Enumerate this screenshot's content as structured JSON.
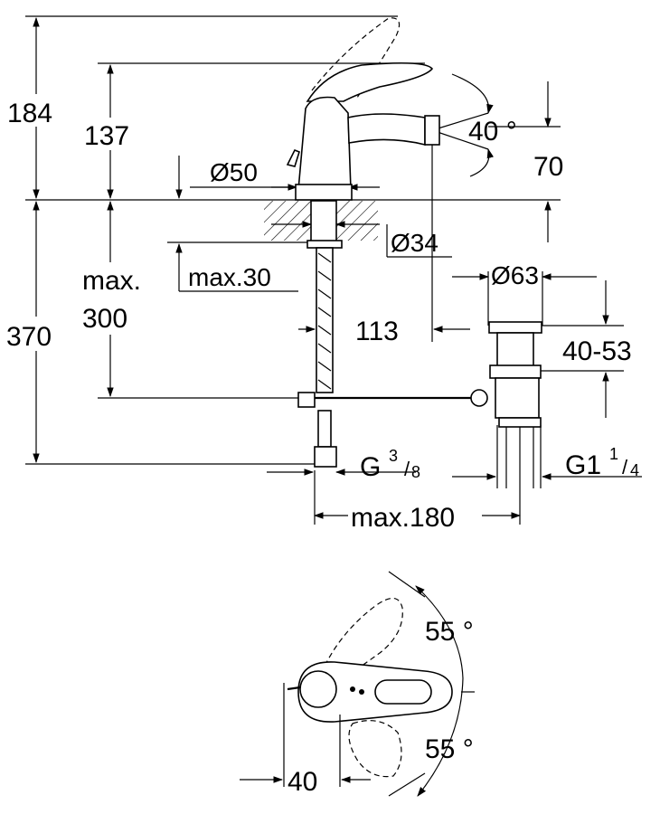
{
  "dimensions": {
    "d184": "184",
    "d137": "137",
    "d370": "370",
    "max300_line1": "max.",
    "max300_line2": "300",
    "max30": "max.30",
    "dia50": "Ø50",
    "dia34": "Ø34",
    "dia63": "Ø63",
    "angle40": "40 °",
    "d70": "70",
    "d113": "113",
    "d40_53": "40-53",
    "thread_g38": "G",
    "thread_g38_num": "3",
    "thread_g38_den": "8",
    "thread_g114": "G1",
    "thread_g114_num": "1",
    "thread_g114_den": "4",
    "max180": "max.180",
    "angle55_top": "55 °",
    "angle55_bottom": "55 °",
    "d40_top_view": "40"
  },
  "colors": {
    "line": "#000000",
    "background": "#ffffff"
  }
}
